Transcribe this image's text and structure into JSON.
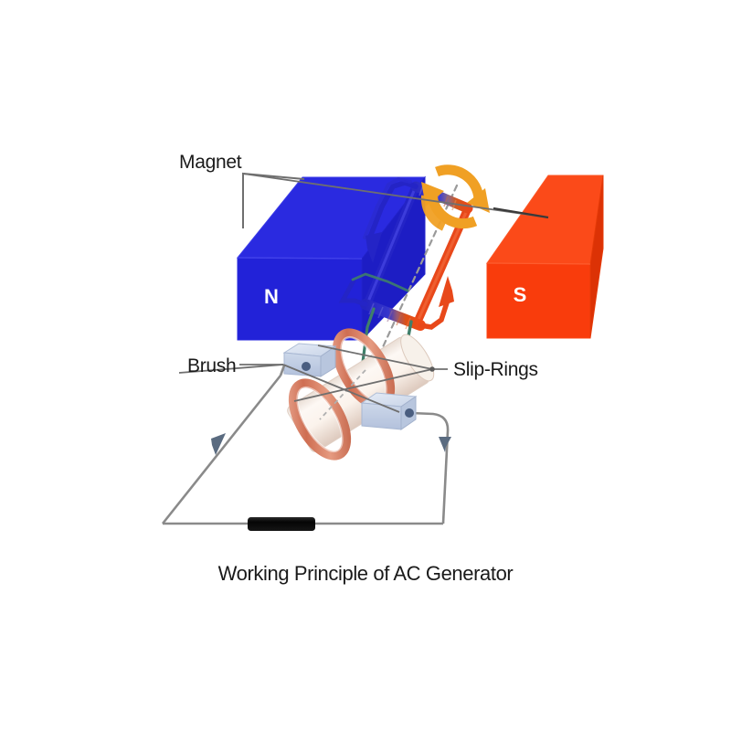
{
  "figure": {
    "caption": "Working Principle of AC Generator",
    "background_color": "#ffffff"
  },
  "labels": {
    "magnet": "Magnet",
    "brush": "Brush",
    "slip_rings": "Slip-Rings"
  },
  "magnets": {
    "north": {
      "pole_letter": "N",
      "face_color": "#2222d8",
      "top_color": "#2a2ae0",
      "side_color": "#1414a8",
      "label_color": "#ffffff"
    },
    "south": {
      "pole_letter": "S",
      "face_color": "#f93c0c",
      "top_color": "#fb4a19",
      "side_color": "#e03205",
      "label_color": "#ffffff"
    }
  },
  "coil": {
    "near_half_color": "#2222c8",
    "far_half_color": "#e8481a",
    "lead_wire_color": "#3f7f6a",
    "axis_line_color": "#9a9a9a",
    "axis_line_style": "dashed"
  },
  "rotation_indicator": {
    "color": "#f0a024",
    "direction": "double-arrow-circular"
  },
  "slip_rings": {
    "count": 2,
    "ring_color": "#d4765c",
    "shaft_color": "#f6efe8"
  },
  "brushes": {
    "count": 2,
    "body_color": "#c6d2e6",
    "top_color": "#dce4f1",
    "contact_dot_color": "#4a5e80"
  },
  "external_circuit": {
    "wire_color": "#8a8a8a",
    "resistor_color": "#111111",
    "current_arrow_color": "#5a6b80",
    "arrow_count": 2
  },
  "leader_lines": {
    "color": "#6f6f6f"
  }
}
